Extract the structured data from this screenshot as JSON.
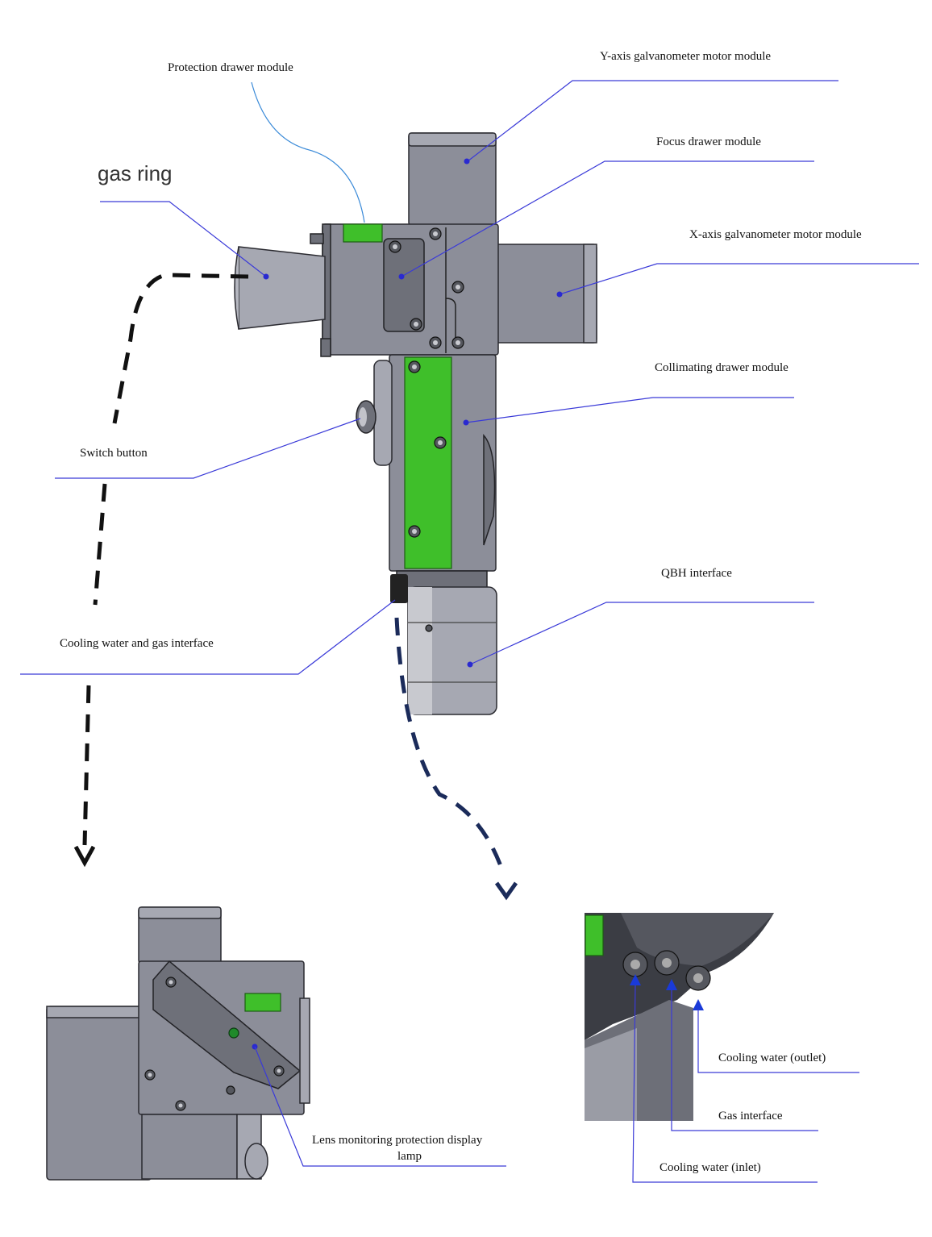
{
  "labels": {
    "protection_drawer": "Protection drawer module",
    "y_axis": "Y-axis galvanometer motor module",
    "focus_drawer": "Focus drawer module",
    "x_axis": "X-axis galvanometer motor module",
    "gas_ring": "gas ring",
    "collimating": "Collimating drawer module",
    "switch_button": "Switch button",
    "qbh": "QBH interface",
    "cooling_gas": "Cooling water and gas interface",
    "lens_monitoring_1": "Lens monitoring protection display",
    "lens_monitoring_2": "lamp",
    "cooling_outlet": "Cooling water (outlet)",
    "gas_interface": "Gas interface",
    "cooling_inlet": "Cooling water (inlet)"
  },
  "colors": {
    "leader_line": "#3a3ad8",
    "body_gray": "#8c8e99",
    "accent_green": "#3fbf2a",
    "arrow_black": "#111111",
    "arrow_navy": "#1b2b5a"
  }
}
